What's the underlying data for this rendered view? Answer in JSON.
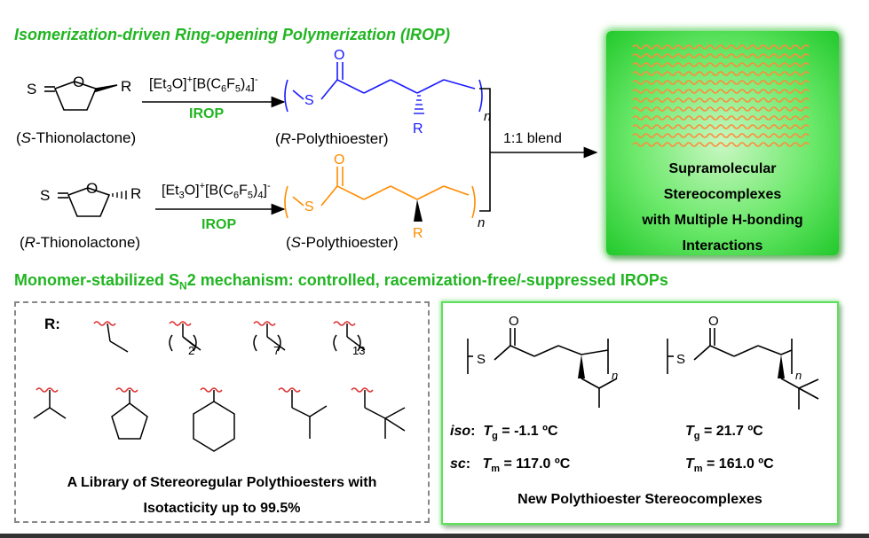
{
  "titles": {
    "main": "Isomerization-driven Ring-opening Polymerization (IROP)",
    "mechanism": "Monomer-stabilized S",
    "mechanism_sub": "N",
    "mechanism_rest": "2 mechanism: controlled, racemization-free/-suppressed IROPs"
  },
  "reaction1": {
    "monomer_label": "(S)-Thionolactone",
    "monomer_stereo": "S",
    "monomer_rest": "-Thionolactone",
    "catalyst": "[Et3O]+[B(C6F5)4]-",
    "method": "IROP",
    "product_stereo": "R",
    "product_rest": "-Polythioester",
    "color": "#1a1aff"
  },
  "reaction2": {
    "monomer_stereo": "R",
    "monomer_rest": "-Thionolactone",
    "catalyst": "[Et3O]+[B(C6F5)4]-",
    "method": "IROP",
    "product_stereo": "S",
    "product_rest": "-Polythioester",
    "color": "#ff8c00"
  },
  "blend": {
    "label": "1:1 blend"
  },
  "stereocomplex": {
    "lines": [
      "Supramolecular",
      "Stereocomplexes",
      "with Multiple H-bonding",
      "Interactions"
    ],
    "wave_colors": [
      "#ff8c3a",
      "#2233dd"
    ]
  },
  "library": {
    "r_label": "R:",
    "subscripts": [
      "2",
      "7",
      "13"
    ],
    "text_line1": "A Library of Stereoregular Polythioesters with",
    "text_line2": "Isotacticity up to 99.5%"
  },
  "properties": {
    "iso_label": "iso",
    "sc_label": "sc",
    "tg1": "-1.1 ºC",
    "tg2": "21.7 ºC",
    "tm1": "117.0 ºC",
    "tm2": "161.0 ºC",
    "tg_symbol": "T",
    "tg_sub": "g",
    "tm_sub": "m",
    "caption": "New Polythioester Stereocomplexes"
  },
  "atoms": {
    "S": "S",
    "O": "O",
    "R": "R",
    "n": "n"
  }
}
